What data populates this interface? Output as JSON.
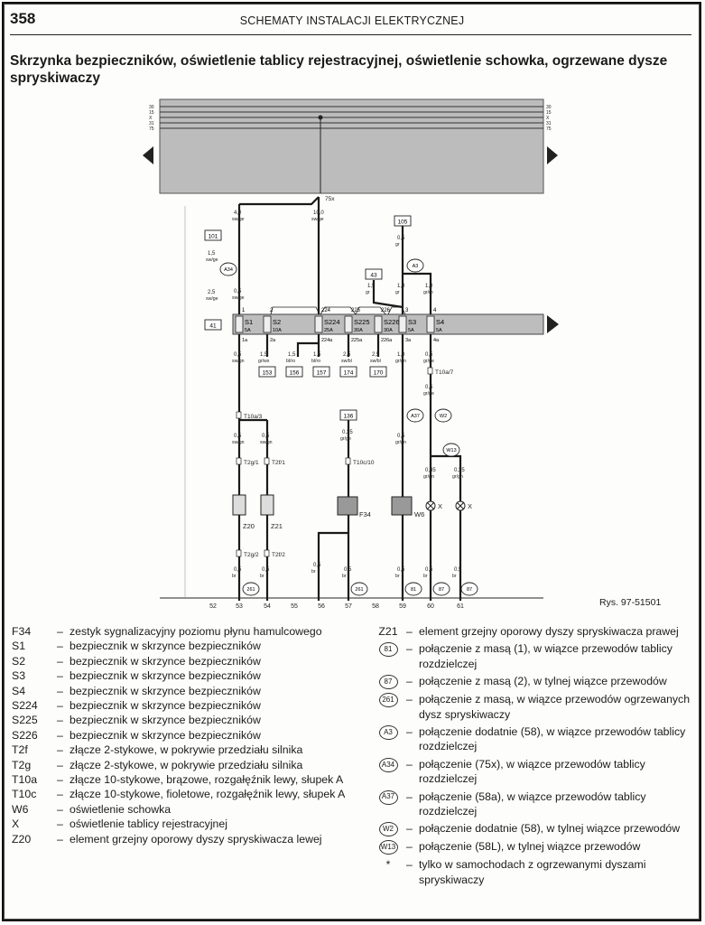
{
  "header": {
    "page_number": "358",
    "running_title": "SCHEMATY INSTALACJI ELEKTRYCZNEJ"
  },
  "title": "Skrzynka bezpieczników, oświetlenie tablicy rejestracyjnej, oświetlenie schowka, ogrzewane dysze spryskiwaczy",
  "figure_ref": "Rys. 97-51501",
  "diagram": {
    "bus_labels": [
      "30",
      "15",
      "X",
      "31",
      "75"
    ],
    "bus_75x": "75x",
    "connectors": [
      "101",
      "41",
      "105",
      "43",
      "153",
      "156",
      "157",
      "174",
      "170",
      "136"
    ],
    "circles": [
      "A34",
      "A3",
      "A37",
      "W2",
      "W13",
      "261",
      "261",
      "81",
      "87",
      "87"
    ],
    "fuses": [
      {
        "name": "S1",
        "rating": "5A",
        "top": "1",
        "bottom": "1a"
      },
      {
        "name": "S2",
        "rating": "10A",
        "top": "2",
        "bottom": "2a"
      },
      {
        "name": "S224",
        "rating": "25A",
        "top": "224",
        "bottom": "224a"
      },
      {
        "name": "S225",
        "rating": "30A",
        "top": "225",
        "bottom": "225a"
      },
      {
        "name": "S226",
        "rating": "30A",
        "top": "226",
        "bottom": "226a"
      },
      {
        "name": "S3",
        "rating": "5A",
        "top": "3",
        "bottom": "3a"
      },
      {
        "name": "S4",
        "rating": "5A",
        "top": "4",
        "bottom": "4a"
      }
    ],
    "wire_labels": {
      "w1": [
        "4,0",
        "sw/ge"
      ],
      "w2": [
        "10,0",
        "sw/ge"
      ],
      "w3": [
        "1,5",
        "sw/ge"
      ],
      "w4": [
        "2,5",
        "sw/ge"
      ],
      "w5": [
        "0,5",
        "sw/ge"
      ],
      "w6": [
        "0,5",
        "gr"
      ],
      "w7": [
        "1,5",
        "gr"
      ],
      "w8": [
        "1,0",
        "gr"
      ],
      "w9": [
        "1,0",
        "gr/ro"
      ],
      "w10": [
        "0,5",
        "sw/gn"
      ],
      "w11": [
        "1,5",
        "gr/ws"
      ],
      "w12": [
        "1,5",
        "bl/ro"
      ],
      "w13": [
        "1,5",
        "bl/ro"
      ],
      "w14": [
        "2,5",
        "sw/bl"
      ],
      "w15": [
        "2,5",
        "sw/bl"
      ],
      "w16": [
        "1,0",
        "gr/gn"
      ],
      "w17": [
        "0,5",
        "gr/ge"
      ],
      "w18": [
        "0,5",
        "gr/ge"
      ],
      "w19": [
        "0,5",
        "sw/gn"
      ],
      "w20": [
        "0,5",
        "sw/gn"
      ],
      "w21": [
        "0,35",
        "gr/ge"
      ],
      "w22": [
        "0,5",
        "gr/gn"
      ],
      "w23": [
        "0,35",
        "gr/gn"
      ],
      "w24": [
        "0,35",
        "gr/gn"
      ],
      "w25": [
        "0,5",
        "br"
      ],
      "w26": [
        "0,5",
        "br"
      ],
      "w27": [
        "0,5",
        "br"
      ],
      "w28": [
        "0,5",
        "br"
      ],
      "w29": [
        "0,5",
        "br"
      ],
      "w30": [
        "0,5",
        "br"
      ],
      "w31": [
        "0,5",
        "br"
      ]
    },
    "terminals": [
      "T10a/3",
      "T2g/1",
      "T2f/1",
      "T2g/2",
      "T2f/2",
      "T10c/10",
      "T10a/7"
    ],
    "components": [
      "Z20",
      "Z21",
      "F34",
      "W6",
      "X",
      "X"
    ],
    "ground_numbers": [
      "52",
      "53",
      "54",
      "55",
      "56",
      "57",
      "58",
      "59",
      "60",
      "61"
    ]
  },
  "legend_left": [
    {
      "code": "F34",
      "desc": "zestyk sygnalizacyjny poziomu płynu hamulcowego"
    },
    {
      "code": "S1",
      "desc": "bezpiecznik w skrzynce bezpieczników"
    },
    {
      "code": "S2",
      "desc": "bezpiecznik w skrzynce bezpieczników"
    },
    {
      "code": "S3",
      "desc": "bezpiecznik w skrzynce bezpieczników"
    },
    {
      "code": "S4",
      "desc": "bezpiecznik w skrzynce bezpieczników"
    },
    {
      "code": "S224",
      "desc": "bezpiecznik w skrzynce bezpieczników"
    },
    {
      "code": "S225",
      "desc": "bezpiecznik w skrzynce bezpieczników"
    },
    {
      "code": "S226",
      "desc": "bezpiecznik w skrzynce bezpieczników"
    },
    {
      "code": "T2f",
      "desc": "złącze 2-stykowe, w pokrywie przedziału silnika"
    },
    {
      "code": "T2g",
      "desc": "złącze 2-stykowe, w pokrywie przedziału silnika"
    },
    {
      "code": "T10a",
      "desc": "złącze 10-stykowe, brązowe, rozgałęźnik lewy, słupek A"
    },
    {
      "code": "T10c",
      "desc": "złącze 10-stykowe, fioletowe, rozgałęźnik lewy, słupek A"
    },
    {
      "code": "W6",
      "desc": "oświetlenie schowka"
    },
    {
      "code": "X",
      "desc": "oświetlenie tablicy rejestracyjnej"
    },
    {
      "code": "Z20",
      "desc": "element grzejny oporowy dyszy spryskiwacza lewej"
    }
  ],
  "legend_right": [
    {
      "code": "Z21",
      "circle": false,
      "desc": "element grzejny oporowy dyszy spryskiwacza prawej"
    },
    {
      "code": "81",
      "circle": true,
      "desc": "połączenie z masą (1), w wiązce przewodów tablicy rozdzielczej"
    },
    {
      "code": "87",
      "circle": true,
      "desc": "połączenie z masą (2), w tylnej wiązce przewodów"
    },
    {
      "code": "261",
      "circle": true,
      "desc": "połączenie z masą, w wiązce przewodów ogrzewanych dysz spryskiwaczy"
    },
    {
      "code": "A3",
      "circle": true,
      "desc": "połączenie dodatnie (58), w wiązce przewodów tablicy rozdzielczej"
    },
    {
      "code": "A34",
      "circle": true,
      "desc": "połączenie (75x), w wiązce przewodów tablicy rozdzielczej"
    },
    {
      "code": "A37",
      "circle": true,
      "desc": "połączenie (58a), w wiązce przewodów tablicy rozdzielczej"
    },
    {
      "code": "W2",
      "circle": true,
      "desc": "połączenie dodatnie (58), w tylnej wiązce przewodów"
    },
    {
      "code": "W13",
      "circle": true,
      "desc": "połączenie (58L), w tylnej wiązce przewodów"
    },
    {
      "code": "*",
      "circle": false,
      "desc": "tylko w samochodach z ogrzewanymi dyszami spryskiwaczy"
    }
  ]
}
